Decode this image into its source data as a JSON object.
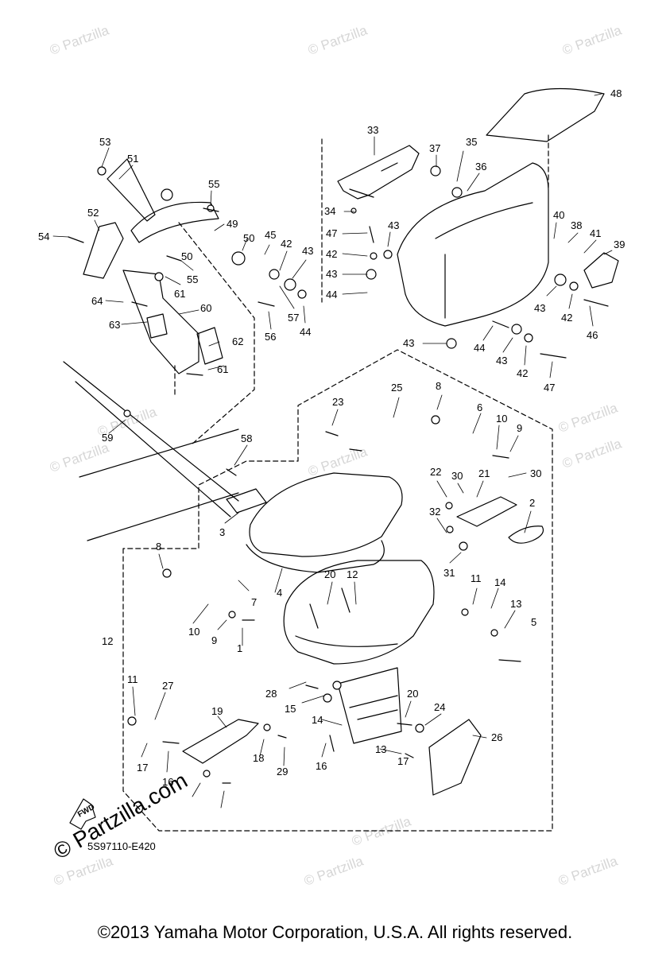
{
  "watermarks": [
    "© Partzilla",
    "© Partzilla",
    "© Partzilla",
    "© Partzilla",
    "© Partzilla",
    "© Partzilla",
    "© Partzilla",
    "© Partzilla",
    "© Partzilla",
    "© Partzilla",
    "© Partzilla",
    "© Partzilla"
  ],
  "brand_mark": "© Partzilla.com",
  "fwd_label": "FWD",
  "diagram_code": "5S97110-E420",
  "copyright": "©2013 Yamaha Motor Corporation, U.S.A. All rights reserved.",
  "callouts": [
    "48",
    "33",
    "37",
    "35",
    "36",
    "53",
    "51",
    "55",
    "34",
    "40",
    "38",
    "41",
    "39",
    "52",
    "49",
    "54",
    "50",
    "45",
    "42",
    "43",
    "47",
    "50",
    "42",
    "43",
    "55",
    "43",
    "61",
    "43",
    "42",
    "46",
    "44",
    "64",
    "60",
    "63",
    "56",
    "57",
    "44",
    "44",
    "43",
    "43",
    "42",
    "47",
    "62",
    "61",
    "8",
    "25",
    "23",
    "6",
    "10",
    "9",
    "59",
    "58",
    "22",
    "30",
    "21",
    "30",
    "2",
    "32",
    "31",
    "3",
    "8",
    "7",
    "4",
    "20",
    "12",
    "11",
    "14",
    "13",
    "5",
    "10",
    "9",
    "1",
    "12",
    "11",
    "27",
    "28",
    "15",
    "19",
    "20",
    "24",
    "26",
    "14",
    "13",
    "17",
    "16",
    "18",
    "29",
    "17",
    "16"
  ],
  "colors": {
    "ink": "#000000",
    "watermark": "#d6d6d6",
    "background": "#ffffff"
  }
}
